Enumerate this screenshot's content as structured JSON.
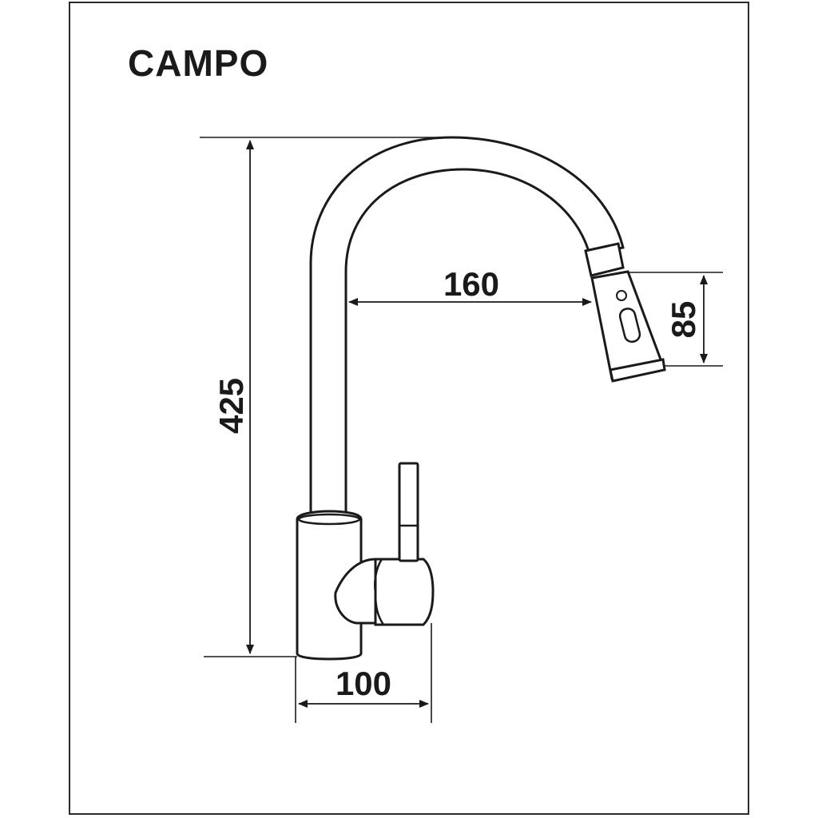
{
  "title": "CAMPO",
  "dimensions": {
    "height": "425",
    "reach": "160",
    "head_height": "85",
    "base_depth": "100"
  }
}
